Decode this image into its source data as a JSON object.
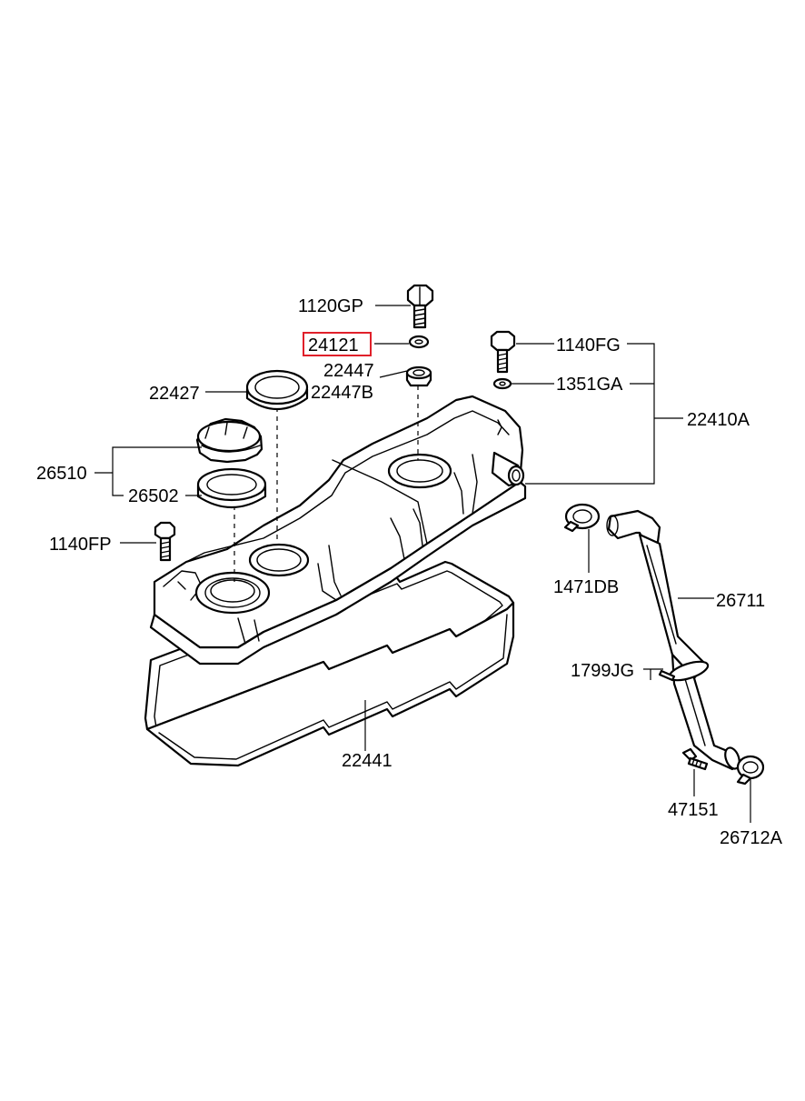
{
  "highlight_color": "#e0202a",
  "line_color": "#000000",
  "labels": {
    "p1120GP": "1120GP",
    "p24121": "24121",
    "p22447": "22447",
    "p22447B": "22447B",
    "p22427": "22427",
    "p1140FG": "1140FG",
    "p1351GA": "1351GA",
    "p22410A": "22410A",
    "p26510": "26510",
    "p26502": "26502",
    "p1140FP": "1140FP",
    "p1471DB": "1471DB",
    "p26711": "26711",
    "p1799JG": "1799JG",
    "p22441": "22441",
    "p47151": "47151",
    "p26712A": "26712A"
  }
}
